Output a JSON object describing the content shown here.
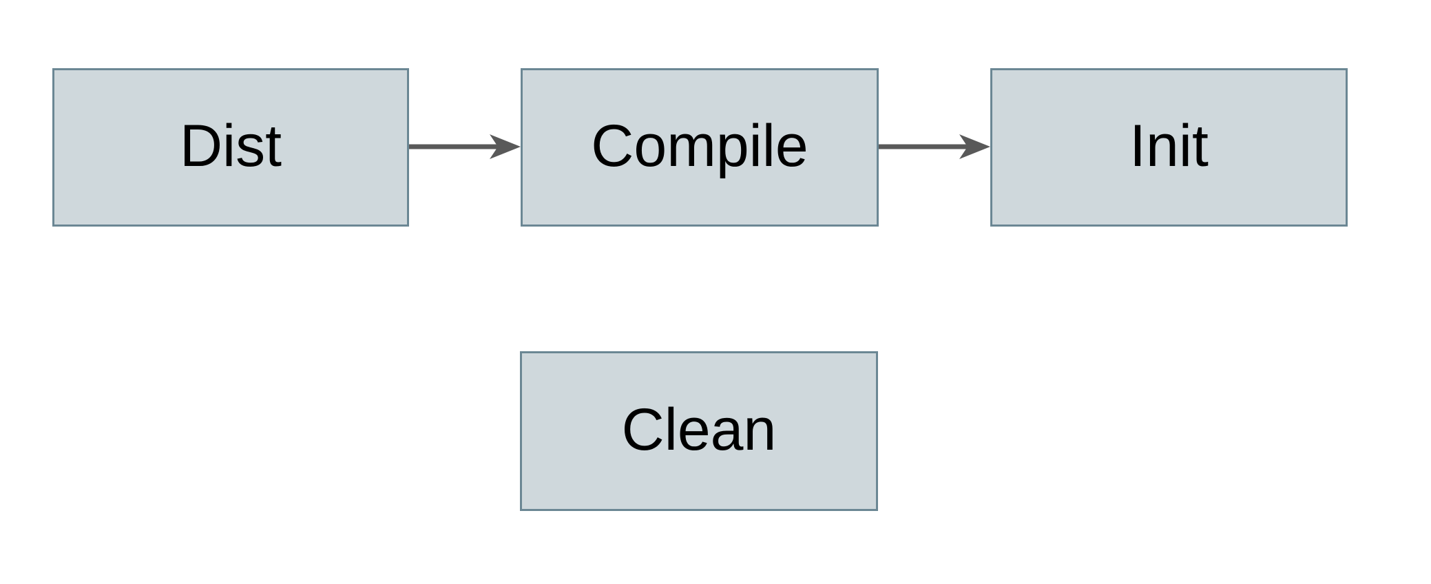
{
  "diagram": {
    "title": "build-pipeline-diagram",
    "colors": {
      "background": "#ffffff",
      "node_fill": "#cfd8dc",
      "node_border": "#6b8794",
      "arrow": "#595959",
      "text": "#000000"
    },
    "nodes": [
      {
        "id": "dist",
        "label": "Dist"
      },
      {
        "id": "compile",
        "label": "Compile"
      },
      {
        "id": "init",
        "label": "Init"
      },
      {
        "id": "clean",
        "label": "Clean"
      }
    ],
    "edges": [
      {
        "from": "Dist",
        "to": "Compile",
        "style": "arrow-right"
      },
      {
        "from": "Compile",
        "to": "Init",
        "style": "arrow-right"
      }
    ]
  }
}
